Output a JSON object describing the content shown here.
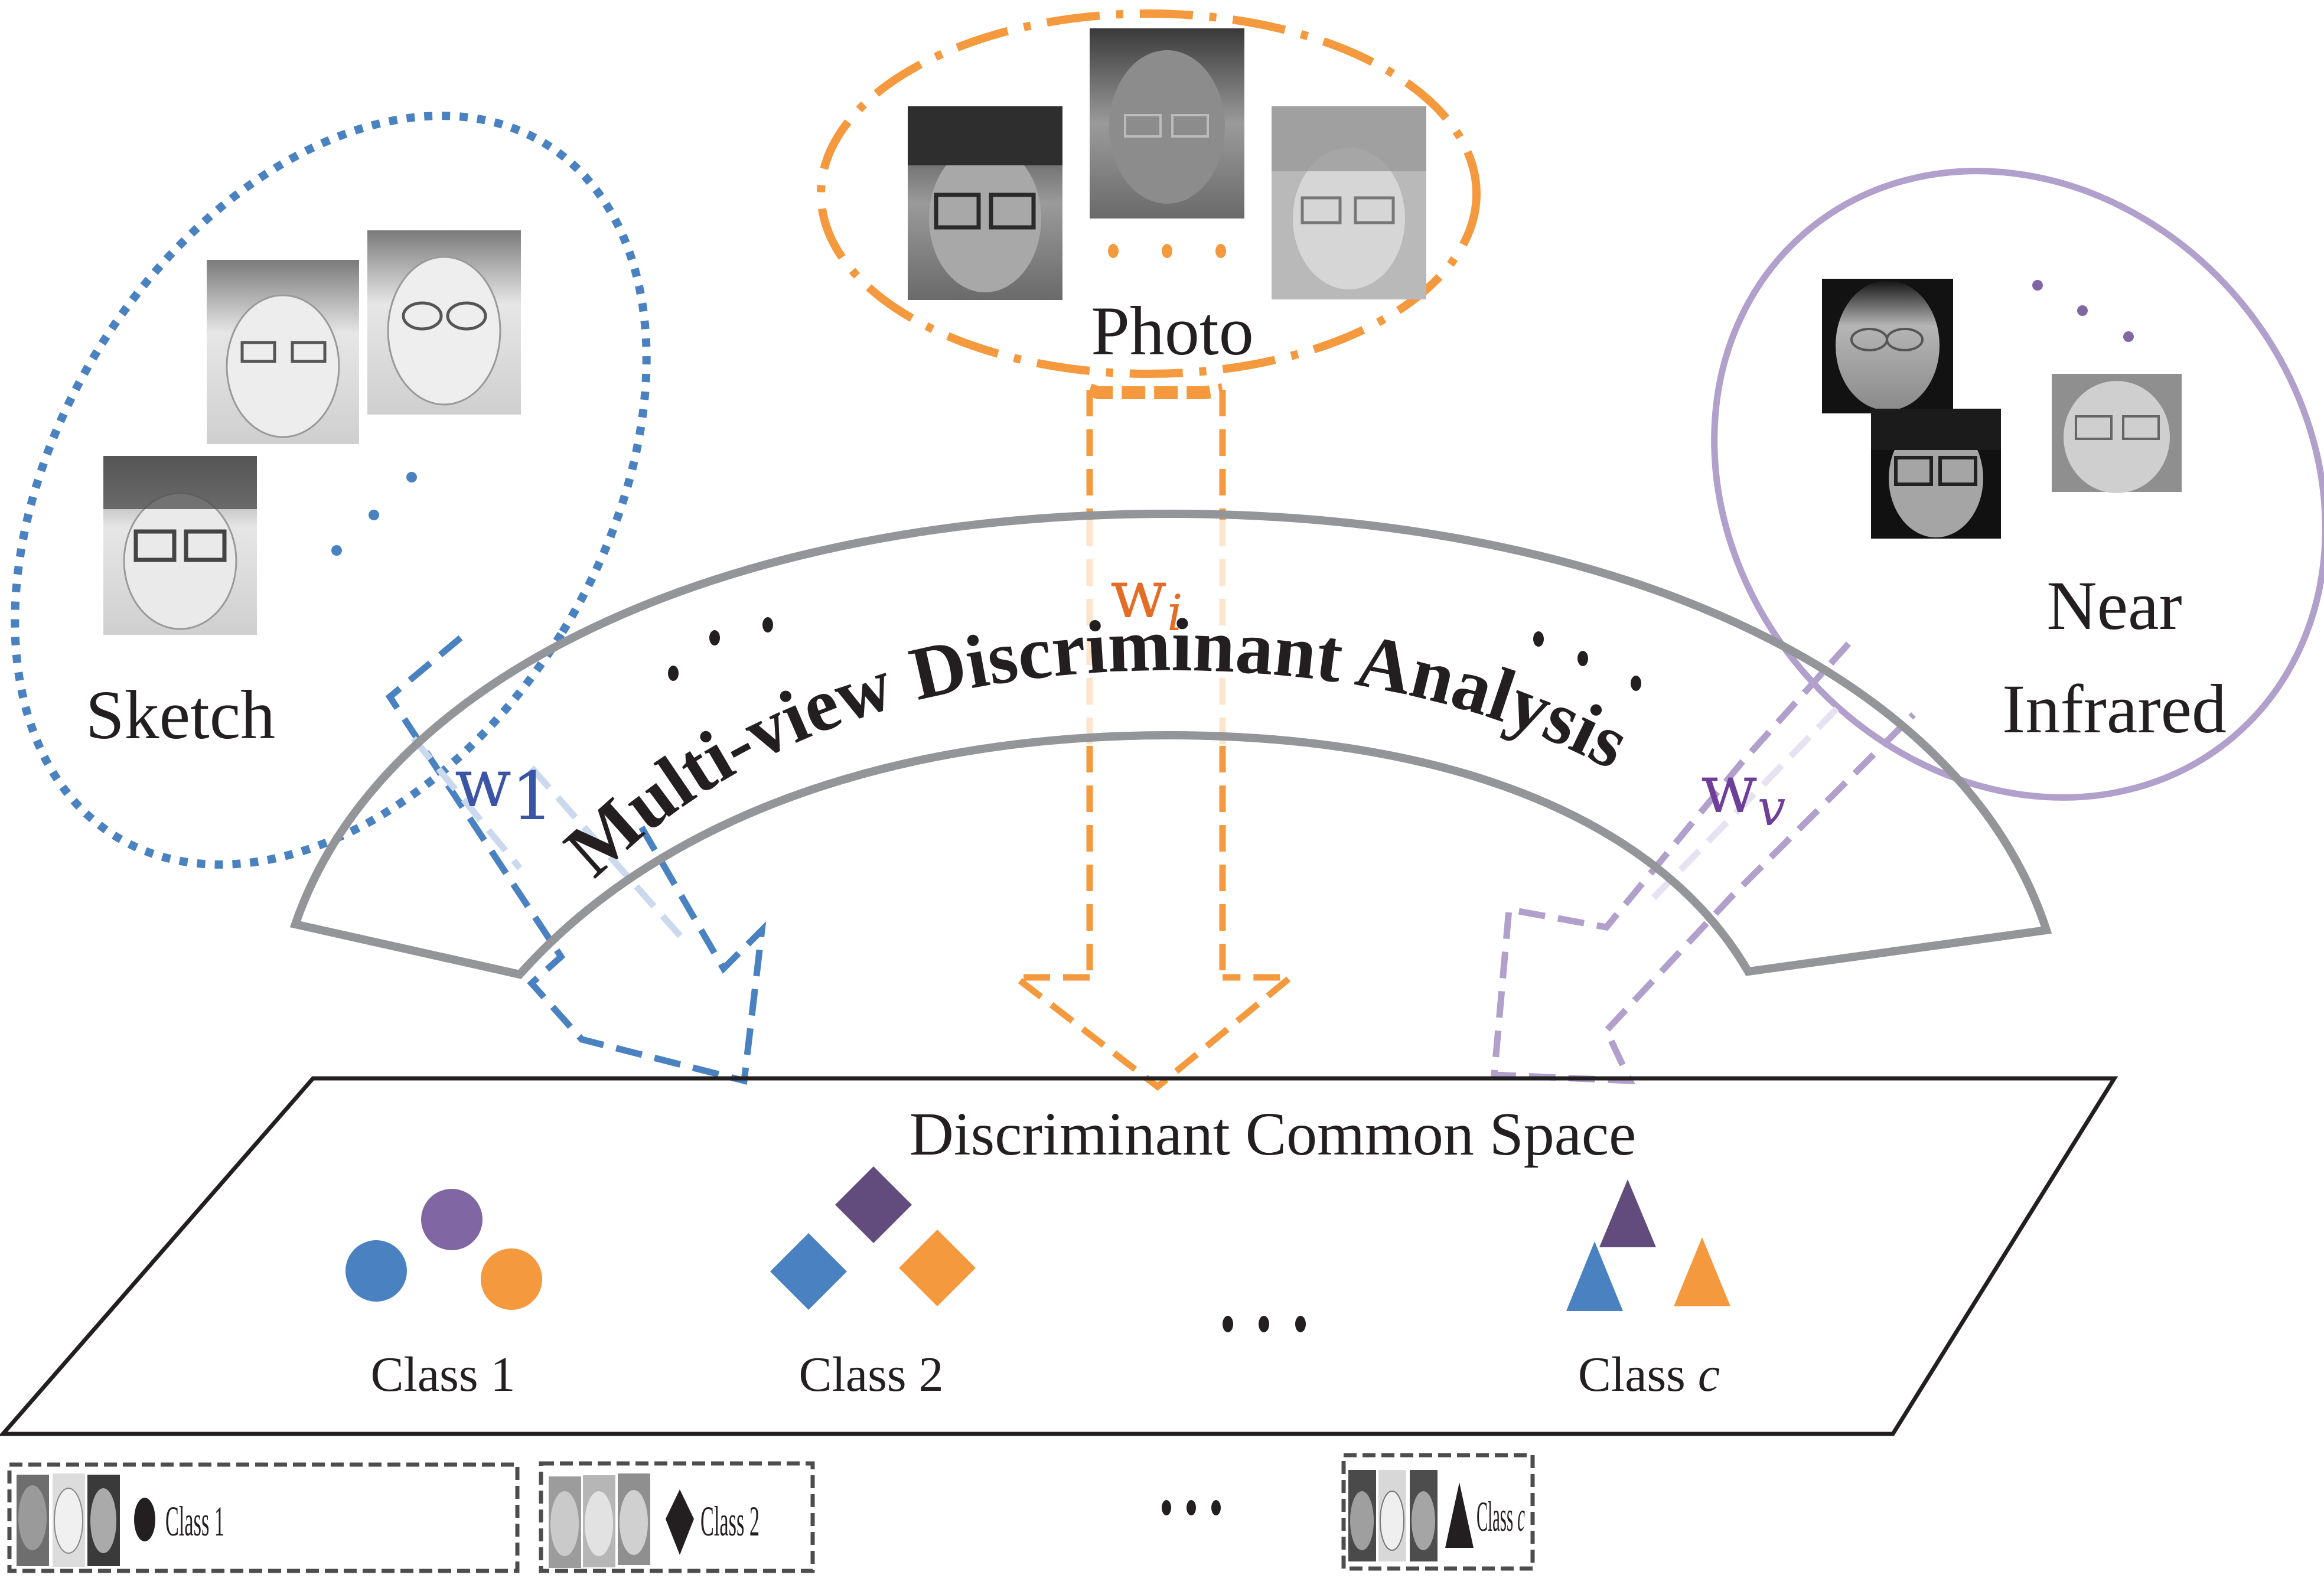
{
  "colors": {
    "sketch": "#4a82c1",
    "sketch_light": "#cad9ee",
    "sketch_weight": "#3b55a6",
    "photo": "#f5993e",
    "photo_light": "#fde4cc",
    "photo_weight": "#e46d26",
    "nir": "#b19fcc",
    "nir_light": "#e7e2f1",
    "nir_weight": "#6d3f99",
    "nir_dots": "#8067a4",
    "class_purple": "#624c7e",
    "class_purple_circle": "#8067a4",
    "class_blue": "#4a82c1",
    "class_orange": "#f5993e",
    "arc": "#939598",
    "ink": "#231f20",
    "legend_border": "#4d4d4d"
  },
  "modalities": [
    {
      "id": "sketch",
      "label": "Sketch",
      "face_count": 3,
      "ellipsis": "⋰",
      "border_style": "dotted"
    },
    {
      "id": "photo",
      "label": "Photo",
      "face_count": 3,
      "ellipsis": "…",
      "border_style": "dash-dot"
    },
    {
      "id": "nir",
      "label_line1": "Near",
      "label_line2": "Infrared",
      "face_count": 3,
      "ellipsis": "⋱",
      "border_style": "solid"
    }
  ],
  "projections": [
    {
      "id": "w1",
      "symbol": "w",
      "subscript": "1"
    },
    {
      "id": "wi",
      "symbol": "w",
      "subscript": "i"
    },
    {
      "id": "wv",
      "symbol": "w",
      "subscript": "v"
    }
  ],
  "arc": {
    "title_part1": "Multi-view",
    "title_part2": "Discriminant Analysis",
    "ellipsis": "…"
  },
  "common_space": {
    "title": "Discriminant Common Space",
    "ellipsis": "…",
    "classes": [
      {
        "label_prefix": "Class ",
        "label_index": "1",
        "shape": "circle"
      },
      {
        "label_prefix": "Class ",
        "label_index": "2",
        "shape": "diamond"
      },
      {
        "label_prefix": "Class ",
        "label_index": "c",
        "shape": "triangle"
      }
    ]
  },
  "legend": {
    "ellipsis": "…",
    "items": [
      {
        "label_prefix": "Class ",
        "label_index": "1",
        "shape": "circle"
      },
      {
        "label_prefix": "Class ",
        "label_index": "2",
        "shape": "diamond"
      },
      {
        "label_prefix": "Class ",
        "label_index": "c",
        "shape": "triangle"
      }
    ]
  }
}
